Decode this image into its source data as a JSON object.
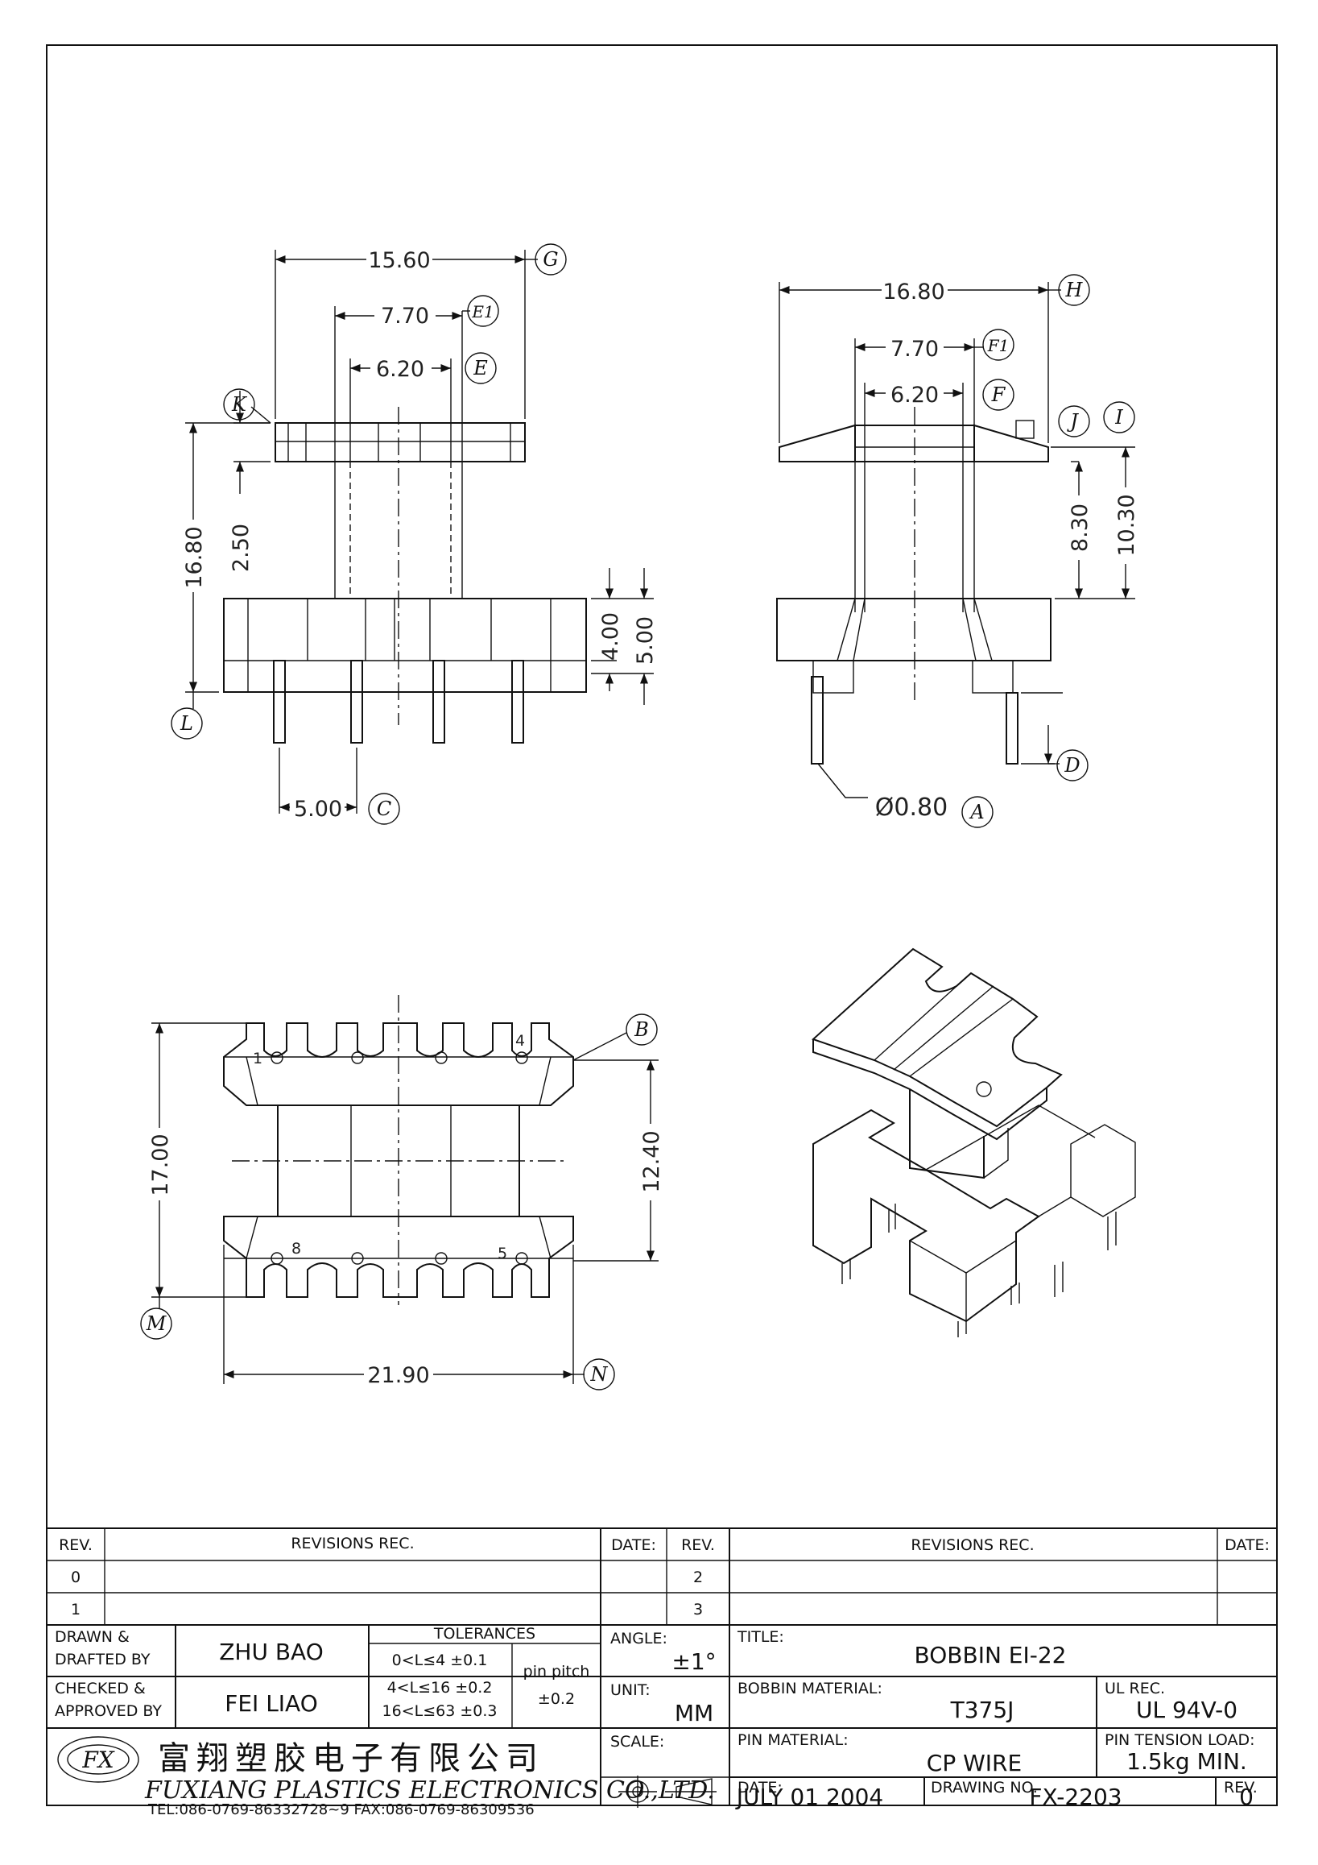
{
  "dimensions": {
    "front": [
      "15.60",
      "7.70",
      "6.20",
      "2.50",
      "16.80",
      "4.00",
      "5.00",
      "5.00"
    ],
    "side": [
      "16.80",
      "7.70",
      "6.20",
      "8.30",
      "10.30",
      "Ø0.80"
    ],
    "bottom": [
      "17.00",
      "12.40",
      "21.90"
    ]
  },
  "callouts": {
    "G": "G",
    "E1": "E1",
    "E": "E",
    "K": "K",
    "L": "L",
    "C": "C",
    "H": "H",
    "F1": "F1",
    "F": "F",
    "J": "J",
    "I": "I",
    "D": "D",
    "A": "A",
    "B": "B",
    "M": "M",
    "N": "N"
  },
  "pins": [
    "1",
    "4",
    "8",
    "5"
  ],
  "title_block": {
    "rev_header": "REV.",
    "revisions_header": "REVISIONS    REC.",
    "date_header": "DATE:",
    "rev_rows": [
      "0",
      "1",
      "2",
      "3"
    ],
    "drawn_label": "DRAWN &",
    "drafted_label": "DRAFTED BY",
    "drawn_by": "ZHU BAO",
    "checked_label": "CHECKED &",
    "approved_label": "APPROVED BY",
    "checked_by": "FEI LIAO",
    "tolerances_label": "TOLERANCES",
    "tol1": "0<L≤4    ±0.1",
    "tol2": "4<L≤16  ±0.2",
    "tol3": "16<L≤63  ±0.3",
    "pin_pitch_label": "pin pitch",
    "pin_pitch_value": "±0.2",
    "angle_label": "ANGLE:",
    "angle_value": "±1°",
    "unit_label": "UNIT:",
    "unit_value": "MM",
    "scale_label": "SCALE:",
    "title_label": "TITLE:",
    "title_value": "BOBBIN  EI-22",
    "bobbin_material_label": "BOBBIN MATERIAL:",
    "bobbin_material_value": "T375J",
    "ul_rec_label": "UL REC.",
    "ul_rec_value": "UL 94V-0",
    "pin_material_label": "PIN MATERIAL:",
    "pin_material_value": "CP WIRE",
    "pin_tension_label": "PIN TENSION LOAD:",
    "pin_tension_value": "1.5kg MIN.",
    "date_label": "DATE:",
    "date_value": "JULY 01 2004",
    "drawing_no_label": "DRAWING NO.",
    "drawing_no_value": "FX-2203",
    "rev_label": "REV.",
    "rev_value": "0",
    "company_cn": "富翔塑胶电子有限公司",
    "company_en": "FUXIANG PLASTICS ELECTRONICS CO.,LTD.",
    "company_tel": "TEL:086-0769-86332728~9  FAX:086-0769-86309536",
    "logo_text": "FX"
  }
}
